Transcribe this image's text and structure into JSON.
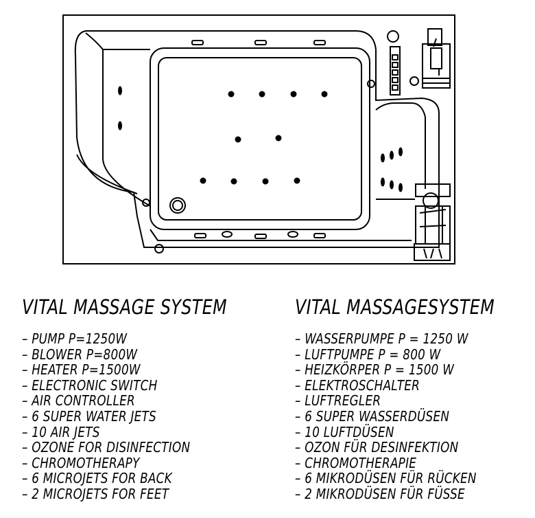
{
  "left_column": {
    "title": "VITAL MASSAGE SYSTEM",
    "items": [
      "PUMP P=1250W",
      "BLOWER P=800W",
      "HEATER P=1500W",
      "ELECTRONIC SWITCH",
      "AIR CONTROLLER",
      "6 SUPER WATER JETS",
      "10 AIR JETS",
      "OZONE FOR DISINFECTION",
      "CHROMOTHERAPY",
      "6 MICROJETS FOR BACK",
      "2 MICROJETS FOR FEET"
    ]
  },
  "right_column": {
    "title": "VITAL MASSAGESYSTEM",
    "items": [
      "WASSERPUMPE P = 1250 W",
      "LUFTPUMPE P = 800 W",
      "HEIZKÖRPER P = 1500 W",
      "ELEKTROSCHALTER",
      "LUFTREGLER",
      "6 SUPER WASSERDÜSEN",
      "10 LUFTDÜSEN",
      "OZON FÜR DESINFEKTION",
      "CHROMOTHERAPIE",
      "6 MIKRODÜSEN FÜR RÜCKEN",
      "2 MIKRODÜSEN FÜR FÜSSE"
    ]
  }
}
